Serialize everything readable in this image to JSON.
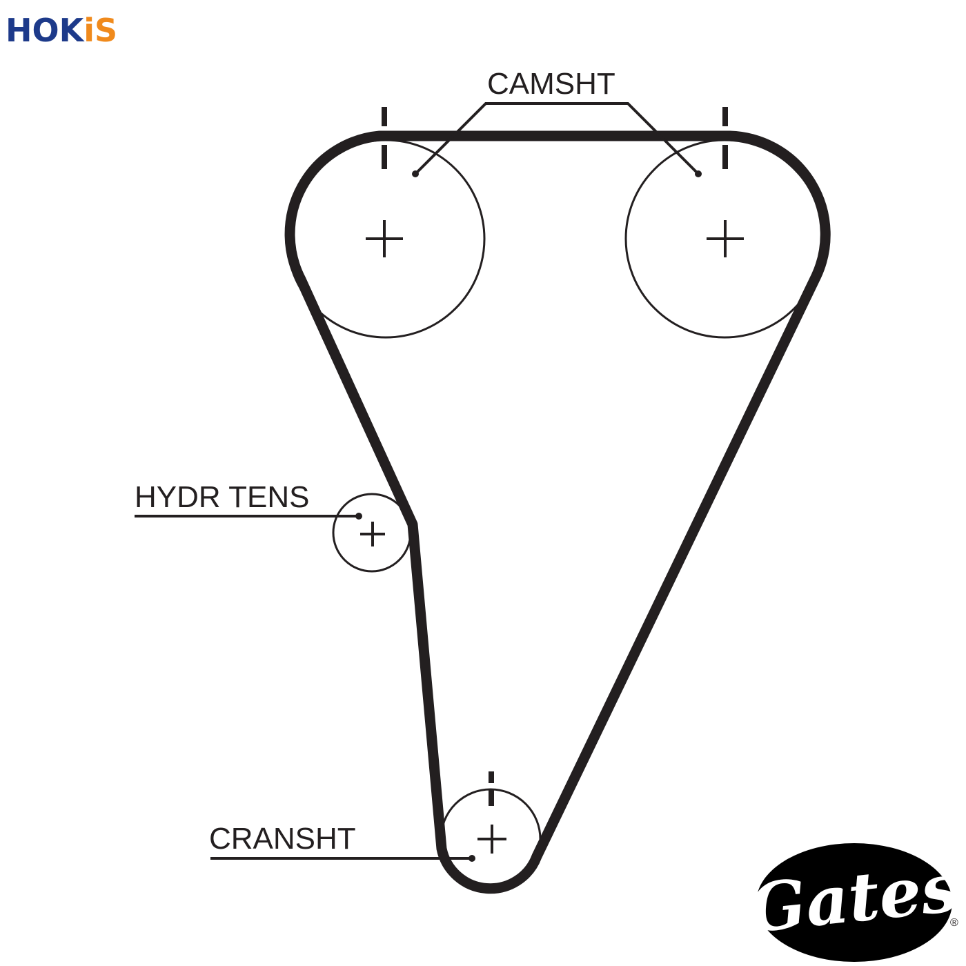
{
  "brand": {
    "hokis_text": "HOKiS",
    "hokis_main": "HOK",
    "hokis_i": "i",
    "hokis_s": "S",
    "hokis_color": "#1d3a8a",
    "hokis_accent": "#f08a1c",
    "gates_text": "Gates",
    "gates_registered": "®"
  },
  "labels": {
    "camshaft": "CAMSHT",
    "tensioner": "HYDR TENS",
    "crankshaft": "CRANSHT"
  },
  "colors": {
    "belt": "#231f20",
    "line": "#231f20",
    "background": "#ffffff"
  }
}
